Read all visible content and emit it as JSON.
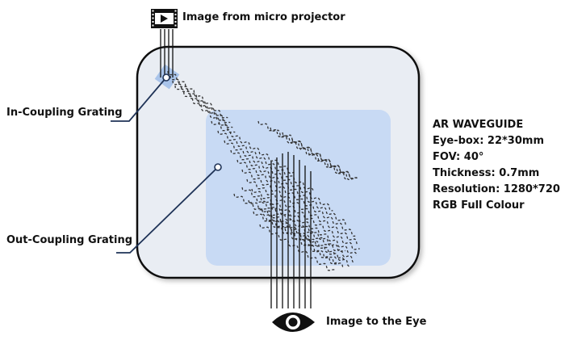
{
  "labels": {
    "projector": "Image from micro projector",
    "in_coupling": "In-Coupling Grating",
    "out_coupling": "Out-Coupling Grating",
    "eye": "Image to the Eye"
  },
  "specs": {
    "title": "AR WAVEGUIDE",
    "lines": [
      "Eye-box: 22*30mm",
      "FOV: 40°",
      "Thickness: 0.7mm",
      "Resolution: 1280*720",
      "RGB Full Colour"
    ]
  },
  "colors": {
    "waveguide_fill": "#e9edf3",
    "waveguide_stroke": "#111111",
    "grating_fill": "#c8daf4",
    "leader_line": "#1f3357",
    "wave_dash": "#333333"
  },
  "icons": {
    "projector": "film-icon",
    "eye": "eye-icon"
  }
}
